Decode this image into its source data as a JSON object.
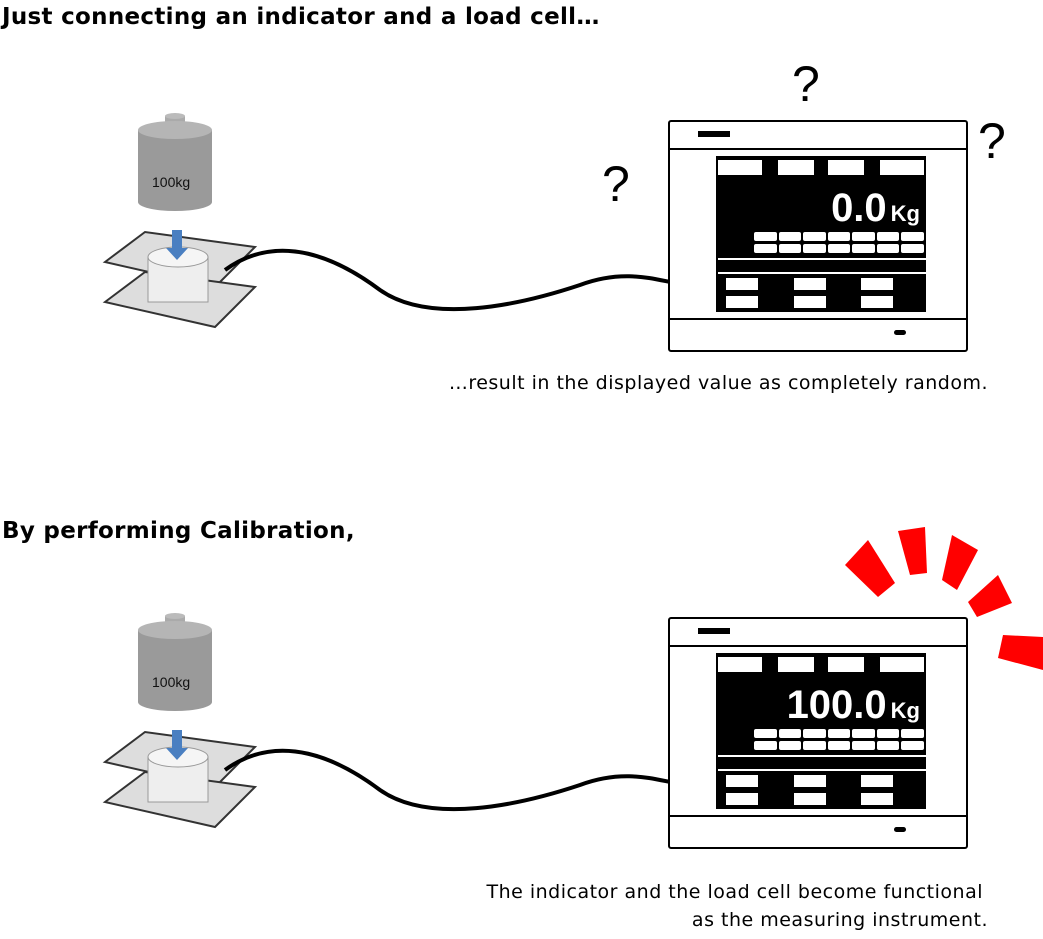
{
  "section1": {
    "heading": "Just connecting an indicator and a load cell…",
    "weight_label": "100kg",
    "display_value": "0.0",
    "display_unit": "Kg",
    "question_marks": [
      "?",
      "?",
      "?"
    ],
    "caption": "…result in the displayed value as completely random."
  },
  "section2": {
    "heading": "By performing Calibration,",
    "weight_label": "100kg",
    "display_value": "100.0",
    "display_unit": "Kg",
    "caption_line1": "The indicator and the load cell become functional",
    "caption_line2": "as the measuring instrument."
  },
  "colors": {
    "arrow": "#4a7fc1",
    "weight": "#9a9a9a",
    "burst": "#ff0000"
  }
}
